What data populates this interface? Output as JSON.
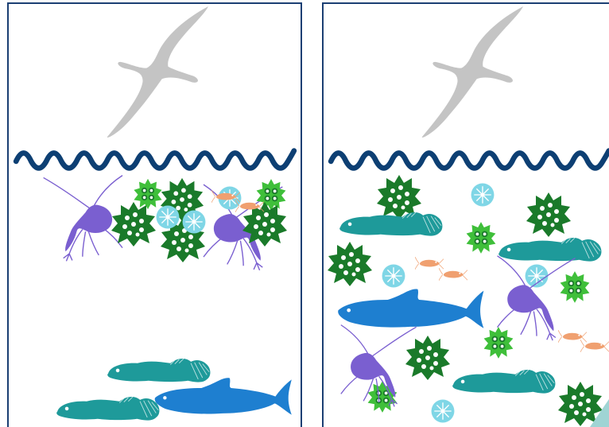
{
  "panels": [
    {
      "id": "left",
      "organisms": [
        "seabird",
        "waves",
        "copepod",
        "copepod",
        "dinoflagellate",
        "dinoflagellate",
        "dinoflagellate",
        "dinoflagellate",
        "dinoflagellate",
        "diatom",
        "diatom",
        "diatom",
        "larva",
        "larva",
        "goby",
        "goby",
        "herring"
      ]
    },
    {
      "id": "right",
      "organisms": [
        "seabird",
        "waves",
        "dinoflagellate",
        "dinoflagellate",
        "dinoflagellate",
        "dinoflagellate",
        "dinoflagellate",
        "dinoflagellate",
        "dinoflagellate",
        "dinoflagellate",
        "dinoflagellate",
        "diatom",
        "diatom",
        "diatom",
        "diatom",
        "goby",
        "goby",
        "goby",
        "herring",
        "copepod",
        "copepod",
        "larva",
        "larva",
        "larva",
        "larva"
      ]
    }
  ],
  "colors": {
    "frame": "#1b3f73",
    "waves": "#0d3f73",
    "bird": "#c4c4c4",
    "dinoflagellate_dark": "#1a7a2a",
    "dinoflagellate_light": "#3fbf3a",
    "diatom": "#7fd6e6",
    "copepod": "#7a5fd0",
    "larva": "#f0a070",
    "goby": "#1e9a9a",
    "herring": "#1e7fd0",
    "corner": "#9fd4d4"
  }
}
